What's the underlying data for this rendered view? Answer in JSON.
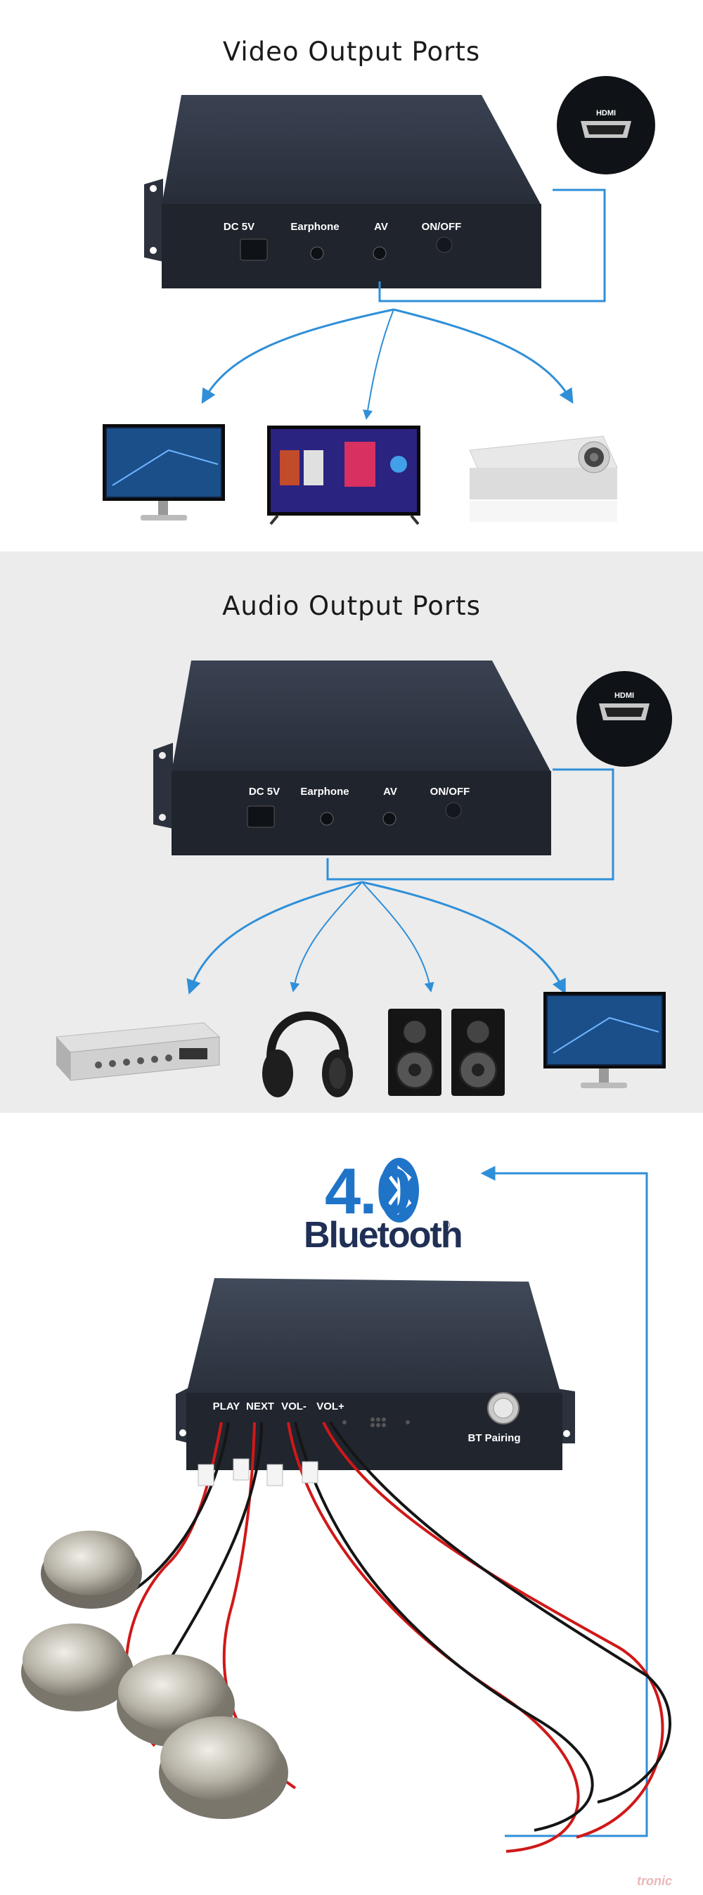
{
  "video_section": {
    "title": "Video Output Ports",
    "hdmi_label": "HDMI",
    "ports": [
      "DC 5V",
      "Earphone",
      "AV",
      "ON/OFF"
    ],
    "devices": [
      "monitor-icon",
      "smart-tv-icon",
      "projector-icon"
    ]
  },
  "audio_section": {
    "title": "Audio Output Ports",
    "hdmi_label": "HDMI",
    "ports": [
      "DC 5V",
      "Earphone",
      "AV",
      "ON/OFF"
    ],
    "devices": [
      "amplifier-icon",
      "headphones-icon",
      "speakers-icon",
      "monitor-icon"
    ]
  },
  "bluetooth_section": {
    "version": "4.0",
    "brand": "Bluetooth",
    "reg_mark": "®",
    "buttons": [
      "PLAY",
      "NEXT",
      "VOL-",
      "VOL+"
    ],
    "pairing_label": "BT Pairing"
  },
  "watermark": "tronic",
  "colors": {
    "accent_line": "#2f8fd8",
    "box": "#2b3240",
    "bt_blue": "#1f74c8",
    "bt_dark": "#1f2f55"
  }
}
